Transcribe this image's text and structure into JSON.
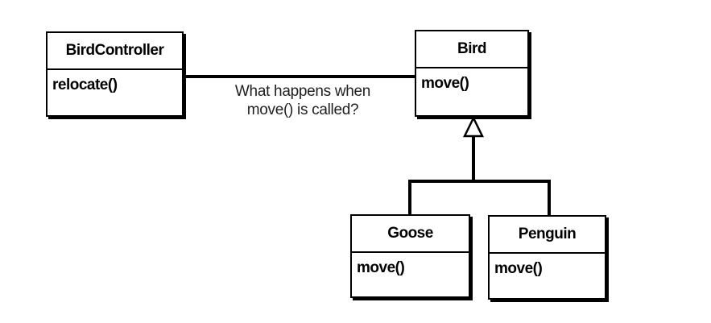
{
  "colors": {
    "background": "#ffffff",
    "box_fill": "#ffffff",
    "box_border": "#000000",
    "box_shadow": "#000000",
    "line": "#000000",
    "class_text": "#000000",
    "annotation_text": "#1f1f1f"
  },
  "classes": [
    {
      "name": "BirdController",
      "methods": [
        "relocate()"
      ]
    },
    {
      "name": "Bird",
      "methods": [
        "move()"
      ]
    },
    {
      "name": "Goose",
      "methods": [
        "move()"
      ]
    },
    {
      "name": "Penguin",
      "methods": [
        "move()"
      ]
    }
  ],
  "annotation": {
    "line1": "What happens when",
    "line2": "move() is called?"
  },
  "relationships": [
    {
      "type": "association",
      "from": "BirdController",
      "to": "Bird"
    },
    {
      "type": "generalization",
      "from": "Goose",
      "to": "Bird"
    },
    {
      "type": "generalization",
      "from": "Penguin",
      "to": "Bird"
    }
  ]
}
